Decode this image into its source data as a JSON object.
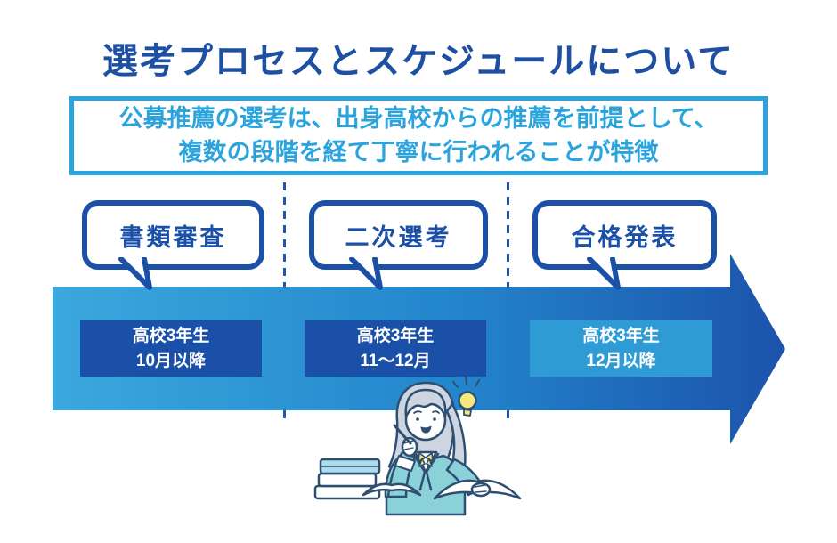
{
  "title": "選考プロセスとスケジュールについて",
  "highlight": {
    "line1": "公募推薦の選考は、出身高校からの推薦を前提として、",
    "line2": "複数の段階を経て丁寧に行われることが特徴"
  },
  "timeline": {
    "direction": "left-to-right",
    "steps": [
      {
        "bubble_label": "書類審査",
        "grade": "高校3年生",
        "period": "10月以降"
      },
      {
        "bubble_label": "二次選考",
        "grade": "高校3年生",
        "period": "11〜12月"
      },
      {
        "bubble_label": "合格発表",
        "grade": "高校3年生",
        "period": "12月以降"
      }
    ]
  },
  "illustration": {
    "name": "student-thinking-at-desk",
    "elements": [
      "student-with-pen",
      "lightbulb-icon",
      "book-stack-icon",
      "open-book-icon"
    ]
  },
  "colors": {
    "title_navy": "#1d4fa3",
    "primary_navy": "#1b50a8",
    "accent_light_blue": "#2ba3dd",
    "arrow_gradient_start": "#3ba8de",
    "arrow_gradient_end": "#1c53ab",
    "step3_box_blue": "#2f9bd5"
  }
}
